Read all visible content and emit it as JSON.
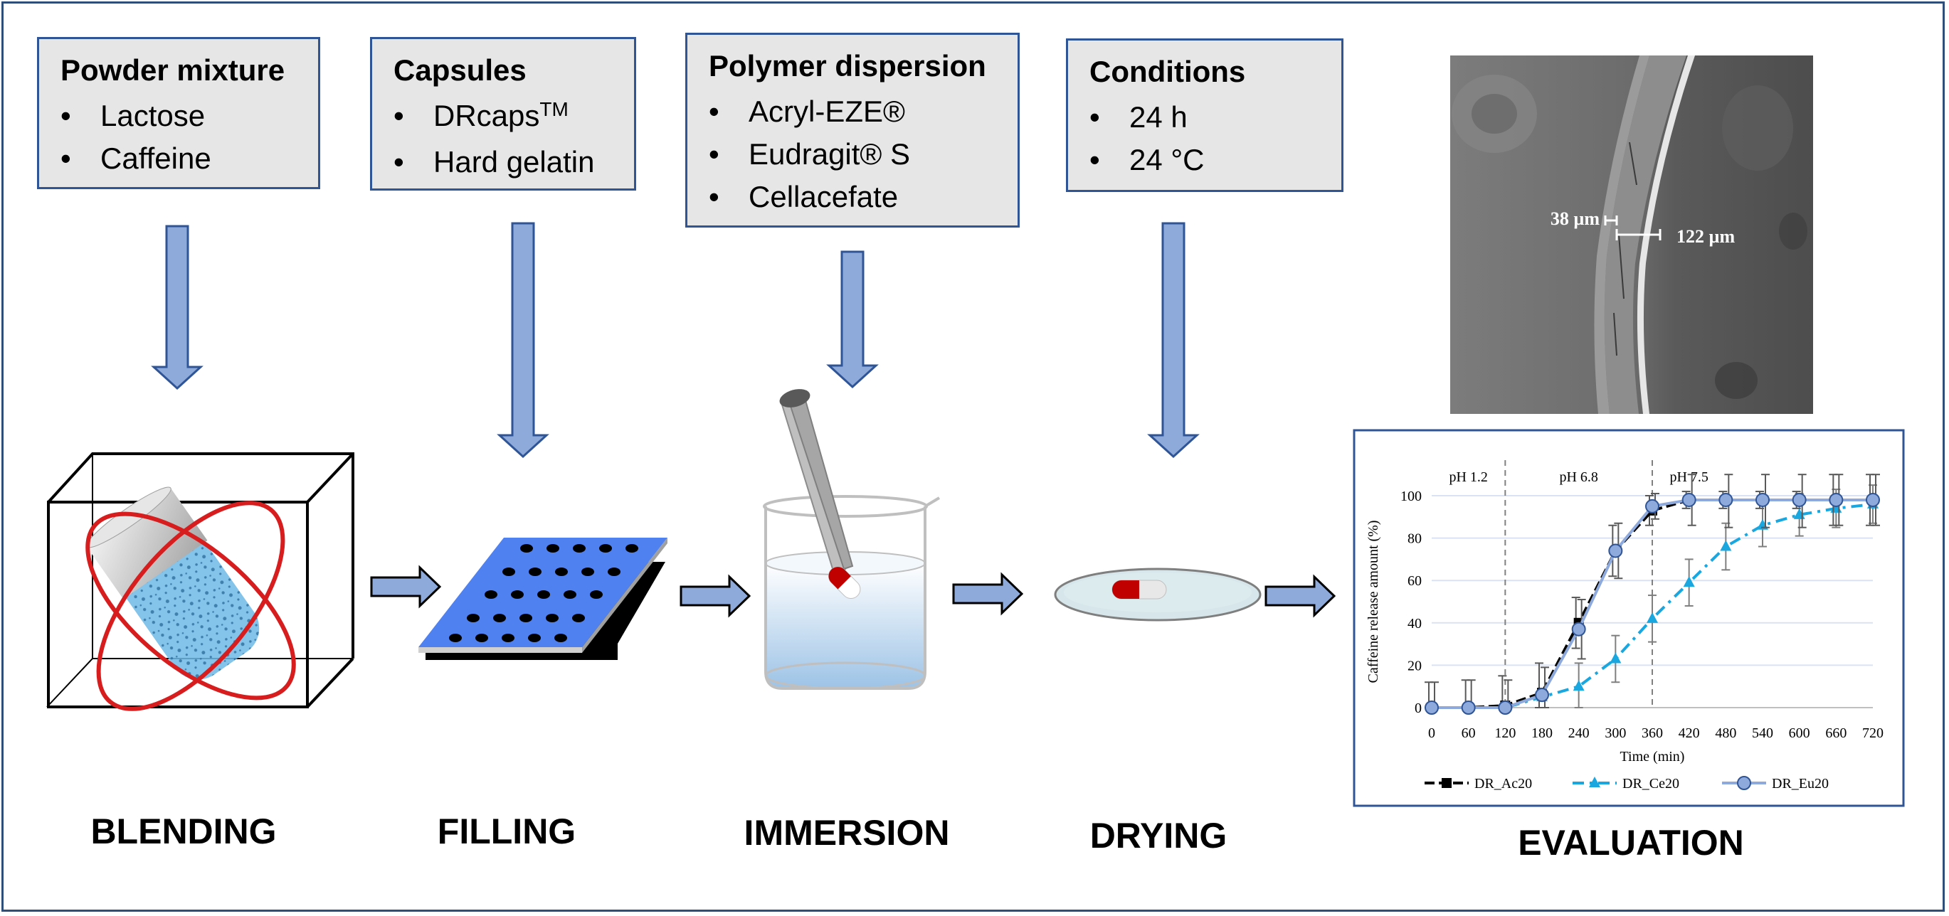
{
  "boxes": {
    "powder": {
      "title": "Powder mixture",
      "items": [
        "Lactose",
        "Caffeine"
      ]
    },
    "capsules": {
      "title": "Capsules",
      "item1_base": "DRcaps",
      "item1_sup": "TM",
      "item2": "Hard gelatin"
    },
    "polymer": {
      "title": "Polymer dispersion",
      "item1": "Acryl-EZE®",
      "item2": "Eudragit® S",
      "item3": "Cellacefate"
    },
    "conditions": {
      "title": "Conditions",
      "items": [
        "24 h",
        "24 °C"
      ]
    }
  },
  "stages": [
    "BLENDING",
    "FILLING",
    "IMMERSION",
    "DRYING",
    "EVALUATION"
  ],
  "micrograph": {
    "label_thin": "38 µm",
    "label_thick": "122 µm"
  },
  "colors": {
    "arrow_fill": "#8eaadb",
    "arrow_stroke": "#2f5597",
    "box_fill": "#e7e6e6",
    "series_ac": "#000000",
    "series_ce": "#1aa7e0",
    "series_eu": "#8ea9db"
  },
  "chart_data": {
    "type": "line",
    "xlabel": "Time (min)",
    "ylabel": "Caffeine release amount (%)",
    "x": [
      0,
      60,
      120,
      180,
      240,
      300,
      360,
      420,
      480,
      540,
      600,
      660,
      720
    ],
    "xlim": [
      0,
      720
    ],
    "ylim": [
      0,
      100
    ],
    "yticks": [
      0,
      20,
      40,
      60,
      80,
      100
    ],
    "phase_lines": [
      120,
      360
    ],
    "phase_labels": [
      "pH 1.2",
      "pH 6.8",
      "pH 7.5"
    ],
    "legend_position": "bottom",
    "series": [
      {
        "name": "DR_Ac20",
        "values": [
          0,
          0,
          1,
          7,
          40,
          74,
          93,
          98,
          98,
          98,
          98,
          98,
          98
        ],
        "error": [
          12,
          13,
          14,
          14,
          12,
          12,
          7,
          4,
          4,
          4,
          4,
          12,
          12
        ]
      },
      {
        "name": "DR_Ce20",
        "values": [
          0,
          0,
          0,
          5,
          10,
          23,
          42,
          59,
          76,
          86,
          91,
          94,
          96
        ],
        "error": [
          0,
          0,
          0,
          0,
          11,
          11,
          11,
          11,
          11,
          10,
          10,
          9,
          9
        ]
      },
      {
        "name": "DR_Eu20",
        "values": [
          0,
          0,
          0,
          6,
          37,
          74,
          95,
          98,
          98,
          98,
          98,
          98,
          98
        ],
        "error": [
          12,
          13,
          13,
          13,
          14,
          13,
          6,
          12,
          13,
          13,
          13,
          12,
          12
        ]
      }
    ]
  }
}
